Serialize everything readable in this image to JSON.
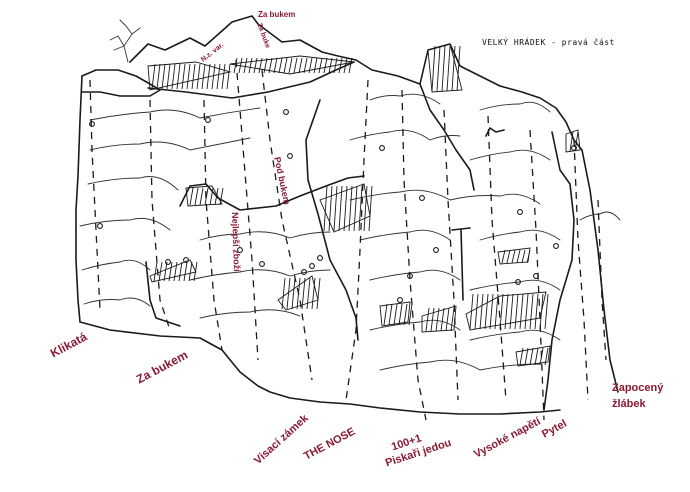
{
  "title": "VELKÝ HRÁDEK - pravá část",
  "routes": {
    "za_bukem_top": "Za bukem",
    "nz_var": "N.z. var.",
    "za_bukem_small": "Za buke",
    "pod_bukem": "Pod bukem",
    "nejlepsi_zbozi": "Nejlepší zboží",
    "klikata": "Klikatá",
    "za_bukem_bottom": "Za bukem",
    "visaci_zamek": "Visací zámek",
    "the_nose": "THE NOSE",
    "sto_plus_jedna": "100+1",
    "piskari_jedou": "Piskaři jedou",
    "vysoke_napeti": "Vysoké napětí",
    "pytel": "Pytel",
    "zapoceny": "Zapocený",
    "zlabek": "žlábek"
  },
  "colors": {
    "label": "#8b1a32",
    "ink": "#1a1a1a",
    "background": "#ffffff"
  }
}
